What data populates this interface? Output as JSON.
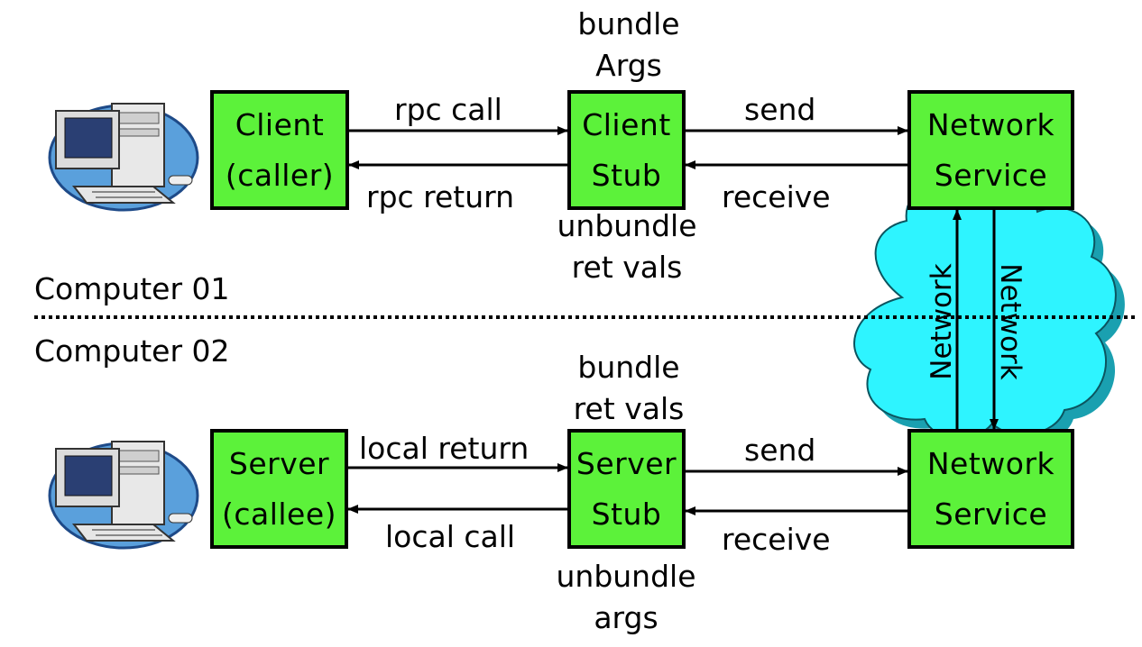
{
  "top": {
    "client_box": {
      "line1": "Client",
      "line2": "(caller)"
    },
    "client_stub_box": {
      "line1": "Client",
      "line2": "Stub"
    },
    "network_service_box": {
      "line1": "Network",
      "line2": "Service"
    },
    "rpc_call": "rpc call",
    "rpc_return": "rpc return",
    "send": "send",
    "receive": "receive",
    "above_stub": {
      "line1": "bundle",
      "line2": "Args"
    },
    "below_stub": {
      "line1": "unbundle",
      "line2": "ret vals"
    }
  },
  "divider": {
    "computer1": "Computer 01",
    "computer2": "Computer 02"
  },
  "network": {
    "up_label": "Network",
    "down_label": "Network",
    "cloud_color": "#2ef4ff"
  },
  "bottom": {
    "server_box": {
      "line1": "Server",
      "line2": "(callee)"
    },
    "server_stub_box": {
      "line1": "Server",
      "line2": "Stub"
    },
    "network_service_box": {
      "line1": "Network",
      "line2": "Service"
    },
    "local_return": "local return",
    "local_call": "local call",
    "send": "send",
    "receive": "receive",
    "above_stub": {
      "line1": "bundle",
      "line2": "ret vals"
    },
    "below_stub": {
      "line1": "unbundle",
      "line2": "args"
    }
  },
  "colors": {
    "box_fill": "#5cf23a",
    "cloud_fill": "#2ef4ff",
    "monitor_ring": "#5aa0dc"
  }
}
